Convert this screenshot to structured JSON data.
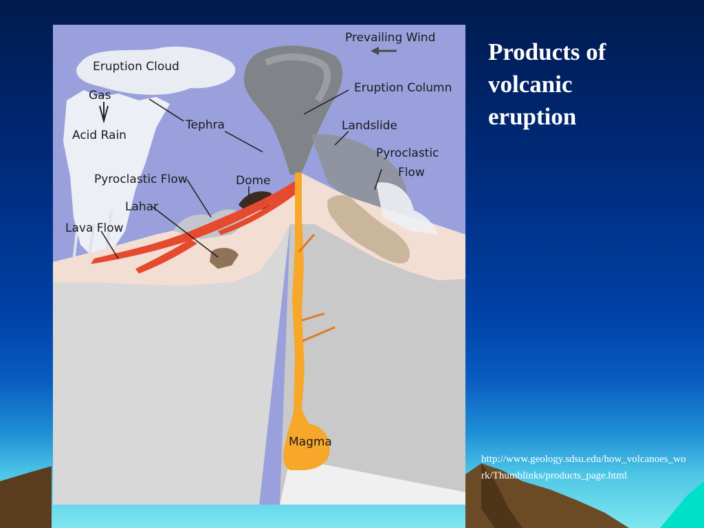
{
  "slide": {
    "title": "Products of\nvolcanic\neruption",
    "source_url": "http://www.geology.sdsu.edu/how_volcanoes_work/Thumblinks/products_page.html"
  },
  "diagram": {
    "labels": {
      "prevailing_wind": "Prevailing Wind",
      "eruption_cloud": "Eruption Cloud",
      "gas": "Gas",
      "acid_rain": "Acid Rain",
      "tephra": "Tephra",
      "eruption_column": "Eruption Column",
      "landslide": "Landslide",
      "pyroclastic_flow_left": "Pyroclastic Flow",
      "pyroclastic_flow_right_1": "Pyroclastic",
      "pyroclastic_flow_right_2": "Flow",
      "dome": "Dome",
      "lahar": "Lahar",
      "lava_flow": "Lava Flow",
      "magma": "Magma"
    }
  }
}
